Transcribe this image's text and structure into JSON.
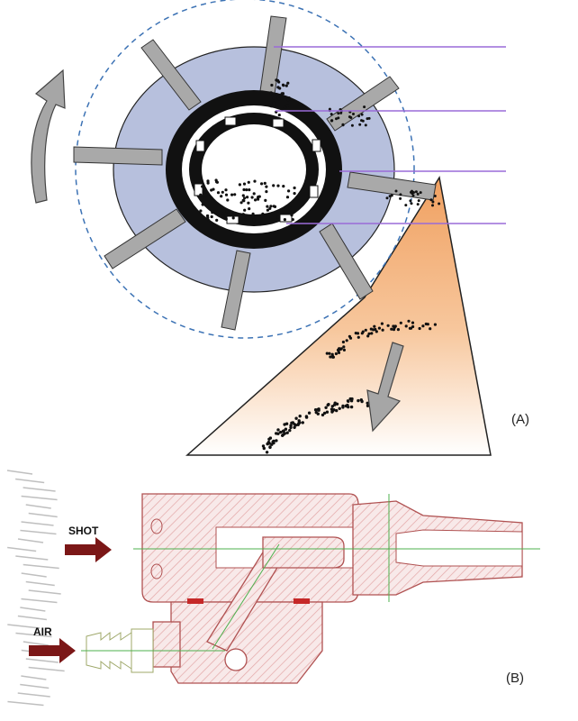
{
  "panel_a": {
    "label": "(A)",
    "leader_line_count": 4,
    "colors": {
      "wheel": "#b7c0dd",
      "blade": "#a9a9a9",
      "cage": "#111111",
      "leader": "#9a6bd8",
      "stream_top": "#f0a060",
      "stream_bottom": "#ffffff",
      "dashed_circle": "#3d73b5",
      "rotation_arrow": "#a6a6a6"
    }
  },
  "panel_b": {
    "label": "(B)",
    "inputs": [
      {
        "label": "SHOT"
      },
      {
        "label": "AIR"
      }
    ],
    "colors": {
      "hatch": "#e3a6a6",
      "outline": "#b05252",
      "centerline": "#4db04d",
      "input_arrow": "#7b1717"
    }
  }
}
